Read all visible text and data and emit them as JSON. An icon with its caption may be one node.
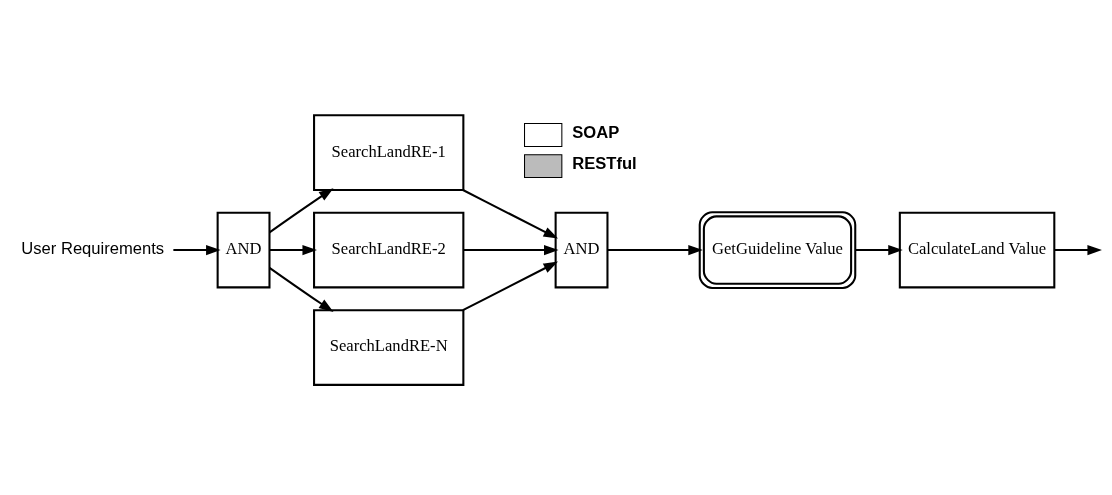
{
  "diagram": {
    "nodes": [
      {
        "text": [
          "User Requirements"
        ]
      },
      {
        "text": [
          "AND"
        ]
      },
      {
        "text": [
          "SearchLandRE-1"
        ]
      },
      {
        "text": [
          "SearchLandRE-2"
        ]
      },
      {
        "text": [
          "SearchLandRE-N"
        ]
      },
      {
        "text": [
          "AND"
        ]
      },
      {
        "text": [
          "GetGuideline Value"
        ]
      },
      {
        "text": [
          "CalculateLand Value"
        ]
      }
    ],
    "edges": [
      {
        "from": 0,
        "to": 1,
        "arrow": "to"
      },
      {
        "from": 1,
        "to": 2,
        "arrow": "to"
      },
      {
        "from": 1,
        "to": 3,
        "arrow": "to"
      },
      {
        "from": 1,
        "to": 4,
        "arrow": "to"
      },
      {
        "from": 2,
        "to": 5,
        "arrow": "to"
      },
      {
        "from": 3,
        "to": 5,
        "arrow": "to"
      },
      {
        "from": 4,
        "to": 5,
        "arrow": "to"
      },
      {
        "from": 5,
        "to": 6,
        "arrow": "to"
      },
      {
        "from": 6,
        "to": 7,
        "arrow": "to"
      },
      {
        "from": 7,
        "to": null,
        "arrow": "to"
      }
    ],
    "legend": [
      {
        "text": "SOAP",
        "color": "#ffffff"
      },
      {
        "text": "RESTful"
      }
    ]
  }
}
